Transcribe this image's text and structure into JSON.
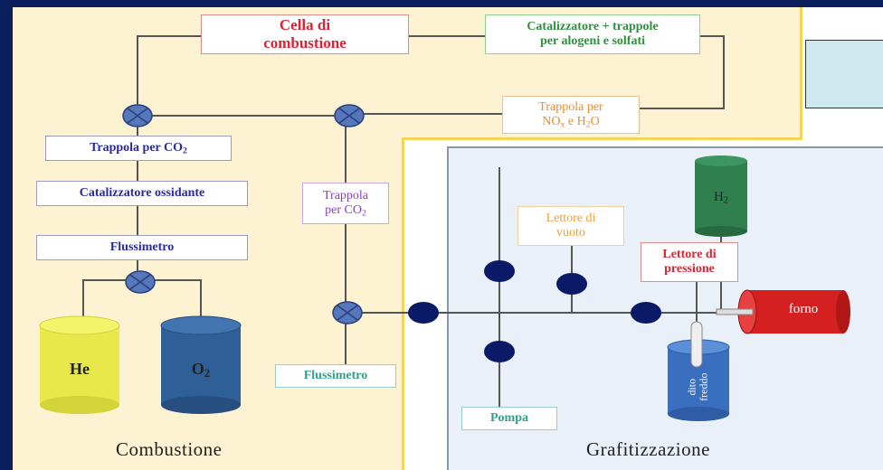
{
  "colors": {
    "combustion_bg": "#fdf3d2",
    "graph_outer_bg": "#ffffff",
    "graph_inner_bg": "#e9f0f7",
    "border_yellow": "#f2d65a",
    "valve_fill": "#5577bb",
    "node_fill": "#0a1a66",
    "he_fill": "#e9e84a",
    "o2_fill": "#2f5f97",
    "h2_fill": "#2f7f4f",
    "forno_fill": "#d42020",
    "dito_fill": "#3a6fc0"
  },
  "labels": {
    "cella": {
      "line1": "Cella di",
      "line2": "combustione",
      "color": "#dd2233"
    },
    "catalizzatore_trappole": {
      "line1": "Catalizzatore + trappole",
      "line2": "per alogeni e solfati",
      "color": "#2f8f3f"
    },
    "trappola_nox": {
      "line1": "Trappola per",
      "line2": "NO",
      "sub": "x",
      "tail": " e H",
      "sub2": "2",
      "tail2": "O",
      "color": "#f08a2a"
    },
    "trappola_co2_left": {
      "text": "Trappola per CO",
      "sub": "2",
      "color": "#2a2aa0"
    },
    "catalizzatore_ossidante": {
      "text": "Catalizzatore ossidante",
      "color": "#2a2aa0"
    },
    "flussimetro_left": {
      "text": "Flussimetro",
      "color": "#2a2aa0"
    },
    "trappola_co2_mid": {
      "line1": "Trappola",
      "line2": "per CO",
      "sub": "2",
      "color": "#8a3fc8"
    },
    "flussimetro_mid": {
      "text": "Flussimetro",
      "color": "#2fa08a"
    },
    "lettore_vuoto": {
      "line1": "Lettore di",
      "line2": "vuoto",
      "color": "#f0a030"
    },
    "lettore_pressione": {
      "line1": "Lettore di",
      "line2": "pressione",
      "color": "#dd2233"
    },
    "pompa": {
      "text": "Pompa",
      "color": "#2fa08a"
    }
  },
  "cylinders": {
    "he": "He",
    "o2": {
      "text": "O",
      "sub": "2"
    },
    "h2": {
      "text": "H",
      "sub": "2"
    },
    "forno": "forno",
    "dito": {
      "line1": "dito",
      "line2": "freddo"
    }
  },
  "captions": {
    "combustion": "Combustione",
    "graphitization": "Grafitizzazione"
  }
}
